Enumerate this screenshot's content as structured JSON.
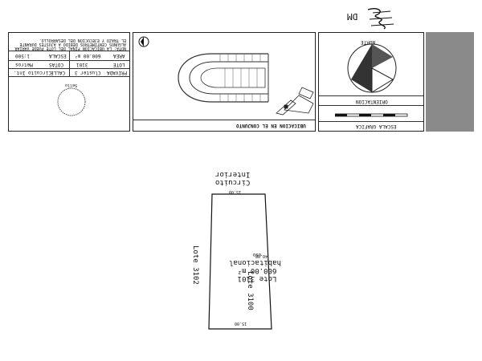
{
  "signature": {
    "text": "DM"
  },
  "info_box": {
    "privada_label": "PRIVADA",
    "privada_value": "Cluster 3",
    "calle_label": "CALLE",
    "calle_value": "Circuito Int.",
    "lote_label": "LOTE",
    "lote_value": "3101",
    "area_label": "AREA",
    "area_value": "600.00 m²",
    "cotas_label": "COTAS",
    "cotas_value": "Metros",
    "escala_label": "ESCALA",
    "escala_value": "1:500",
    "note": "NOTA: LA UBICACIÓN FINAL DEL LOTE PUEDE VARIAR ALGUNOS CENTÍMETROS DEBIDO A AJUSTES DURANTE EL TRAZO Y EJECUCIÓN DEL DESARROLLO.",
    "seal_label": "Sello"
  },
  "location": {
    "title": "UBICACIÓN EN EL CONJUNTO"
  },
  "orientation": {
    "north_label": "NORTE",
    "title": "ORIENTACIÓN"
  },
  "scale": {
    "title": "ESCALA GRAFICA"
  },
  "plan": {
    "street_top": "Circuito",
    "street_bottom": "Interior",
    "dim_top": "15.00",
    "dim_bottom": "15.00",
    "dim_side": "40.00",
    "lot_name": "Lote 3101",
    "lot_area": "600.00 m²",
    "lot_use": "habitacional",
    "lot_use_prefix": "uso",
    "neighbor_right": "Lote 3100",
    "neighbor_left": "Lote 3102"
  }
}
